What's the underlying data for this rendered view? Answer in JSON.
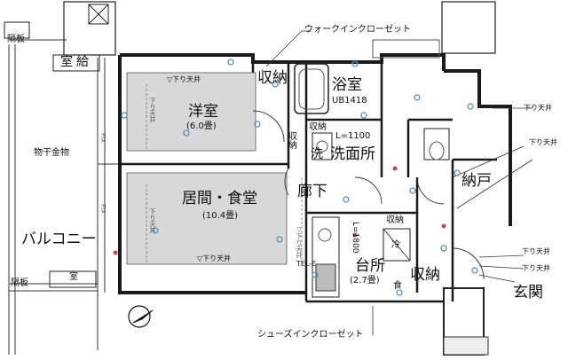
{
  "labels": {
    "walk_in_closet": "ウォークインクローゼット",
    "shoes_in_closet": "シューズインクローゼット",
    "partition_top": "隔板",
    "partition_bottom": "隔板",
    "outdoor_unit_top": "室",
    "outdoor_unit_top_suffix": "給",
    "outdoor_unit_bottom": "室",
    "laundry_rack": "物干金物",
    "balcony": "バルコニー",
    "western_room": "洋室",
    "western_room_size": "(6.0畳)",
    "living_dining": "居間・食堂",
    "living_dining_size": "(10.4畳)",
    "storage_wic": "収納",
    "bathroom": "浴室",
    "unit_bath": "UB1418",
    "storage_small": "収納",
    "storage_washroom": "収納",
    "wash_label": "洗",
    "washroom": "洗面所",
    "washroom_dim": "L=1100",
    "hallway": "廊下",
    "kitchen_storage": "収納",
    "kitchen_dim": "L=1800",
    "fridge": "冷",
    "kitchen": "台所",
    "kitchen_size": "(2.7畳)",
    "food": "食",
    "storage_entry": "収納",
    "closet": "納戸",
    "entrance": "玄関",
    "ceiling_drop_1": "下り天井",
    "ceiling_drop_2": "下り天井",
    "ceiling_drop_3": "下り天井",
    "ceiling_drop_4": "下り天井",
    "ceiling_drop_w1": "▽下り天井",
    "ceiling_drop_w2": "下り天井",
    "ceiling_drop_l1": "▽下り天井",
    "ceiling_drop_l2": "▽下り天井",
    "ceiling_drop_k": "下り天井",
    "fix_1": "FIX",
    "fix_2": "FIX",
    "tel": "TEL-E"
  },
  "colors": {
    "wall": "#1a1a1a",
    "room_shade": "#d8d8d8",
    "line": "#333333",
    "equipment": "#5a8fc0",
    "marker": "#d04050"
  }
}
